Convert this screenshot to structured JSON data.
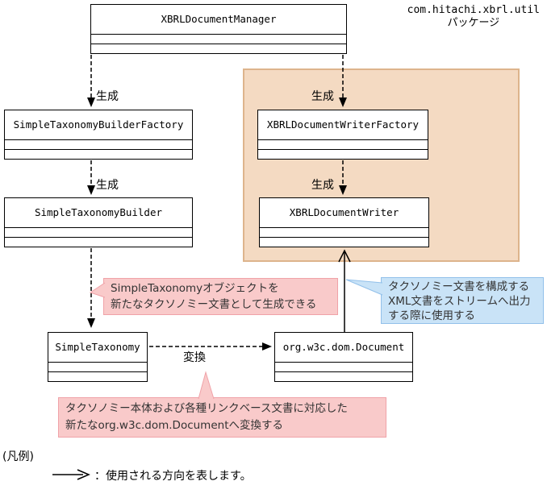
{
  "colors": {
    "package_bg": "#f4dac2",
    "package_border": "#ddb48c",
    "pink_bg": "#f9caca",
    "pink_border": "#f0a2a8",
    "blue_bg": "#c9e3f7",
    "blue_border": "#92c0ea"
  },
  "package": {
    "label_line1": "com.hitachi.xbrl.util",
    "label_line2": "パッケージ"
  },
  "classes": {
    "manager": "XBRLDocumentManager",
    "builder_factory": "SimpleTaxonomyBuilderFactory",
    "builder": "SimpleTaxonomyBuilder",
    "writer_factory": "XBRLDocumentWriterFactory",
    "writer": "XBRLDocumentWriter",
    "simple_taxonomy": "SimpleTaxonomy",
    "document": "org.w3c.dom.Document"
  },
  "labels": {
    "generate": "生成",
    "convert": "変換"
  },
  "callouts": {
    "taxonomy_generate": {
      "line1": "SimpleTaxonomyオブジェクトを",
      "line2": "新たなタクソノミー文書として生成できる"
    },
    "writer_usage": {
      "line1": "タクソノミー文書を構成する",
      "line2": "XML文書をストリームへ出力",
      "line3": "する際に使用する"
    },
    "document_convert": {
      "line1": "タクソノミー本体および各種リンクベース文書に対応した",
      "line2": "新たなorg.w3c.dom.Documentへ変換する"
    }
  },
  "legend": {
    "title": "(凡例)",
    "description": "：使用される方向を表します。"
  }
}
